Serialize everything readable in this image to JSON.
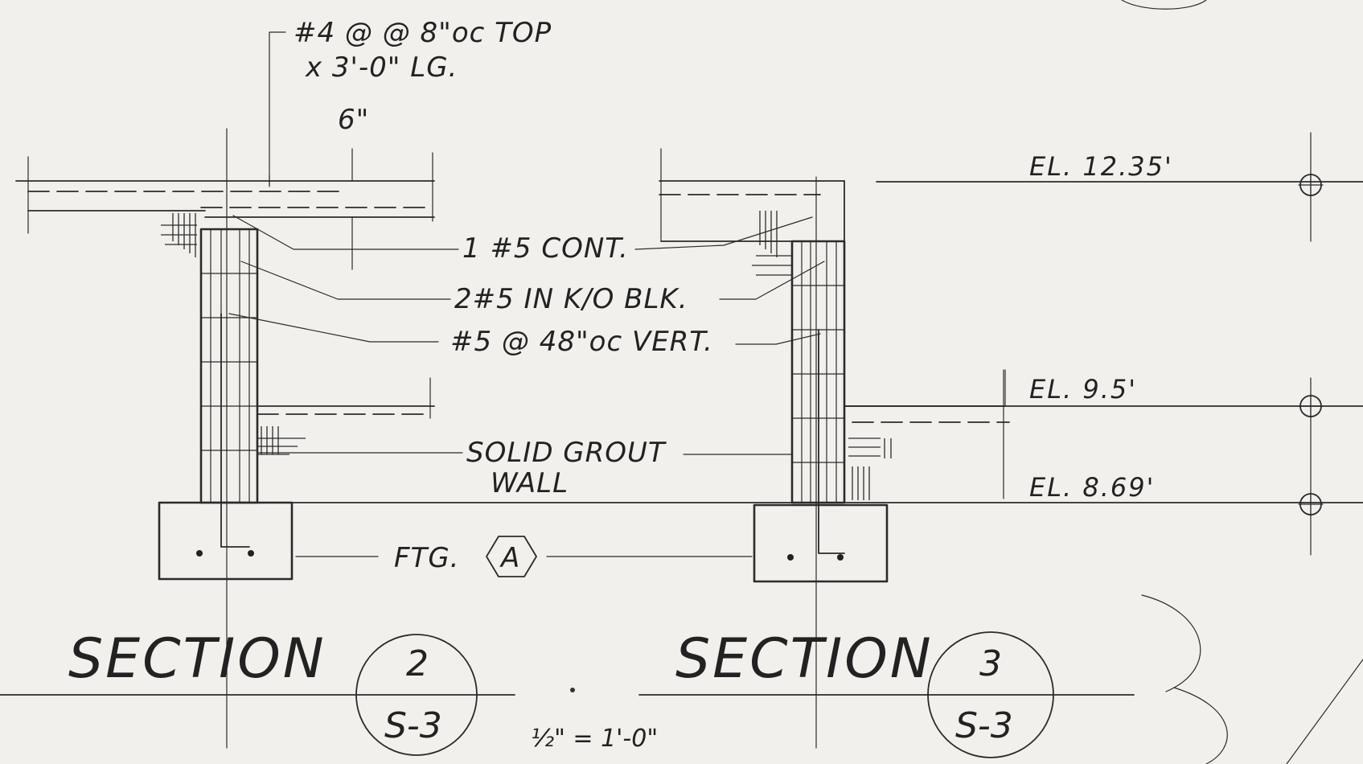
{
  "drawing": {
    "notes": {
      "top_bar": "#4 @ @ 8\"oc TOP",
      "top_bar_len": "x 3'-0\" LG.",
      "dim_6": "6\"",
      "cont": "1 #5 CONT.",
      "ko_blk": "2#5 IN K/O BLK.",
      "vert": "#5 @ 48\"oc VERT.",
      "grout_1": "SOLID GROUT",
      "grout_2": "WALL",
      "ftg": "FTG.",
      "ftg_tag": "A"
    },
    "elevations": [
      {
        "label": "EL. 12.35'"
      },
      {
        "label": "EL. 9.5'"
      },
      {
        "label": "EL. 8.69'"
      }
    ],
    "sections": [
      {
        "title": "SECTION",
        "number": "2",
        "sheet": "S-3"
      },
      {
        "title": "SECTION",
        "number": "3",
        "sheet": "S-3"
      }
    ],
    "scale": "½\" = 1'-0\""
  }
}
